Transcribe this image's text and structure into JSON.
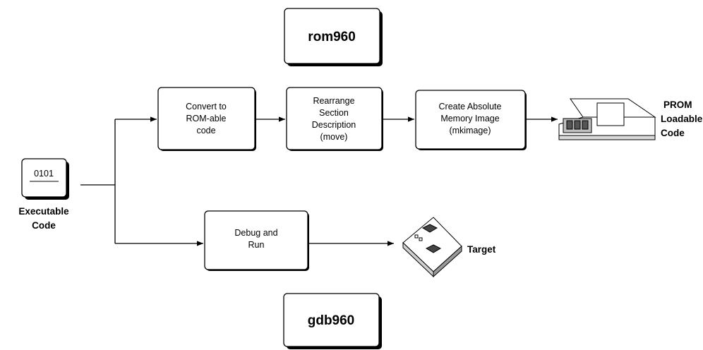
{
  "tools": {
    "rom": "rom960",
    "gdb": "gdb960"
  },
  "steps": {
    "convert": [
      "Convert to",
      "ROM-able",
      "code"
    ],
    "rearrange": [
      "Rearrange",
      "Section",
      "Description",
      "(move)"
    ],
    "create": [
      "Create Absolute",
      "Memory Image",
      "(mkimage)"
    ],
    "debug": [
      "Debug and",
      "Run"
    ]
  },
  "executable": {
    "icon_text": "0101",
    "label": [
      "Executable",
      "Code"
    ]
  },
  "prom": {
    "label": [
      "PROM",
      "Loadable",
      "Code"
    ]
  },
  "target": {
    "label": "Target"
  }
}
